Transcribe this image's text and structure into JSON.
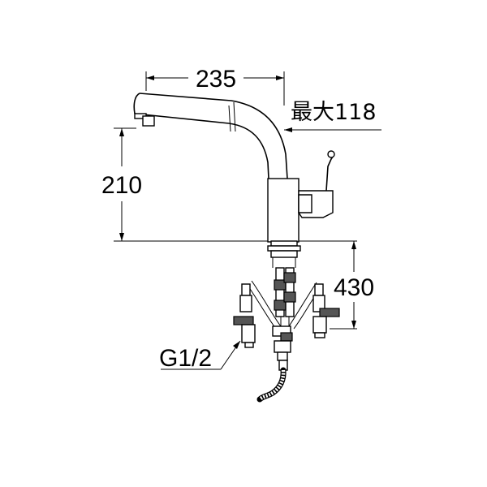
{
  "diagram": {
    "dim_width": "235",
    "dim_spout_max": "最大118",
    "dim_height": "210",
    "dim_hose": "430",
    "dim_thread": "G1/2"
  },
  "colors": {
    "line": "#000000",
    "background": "#ffffff"
  }
}
